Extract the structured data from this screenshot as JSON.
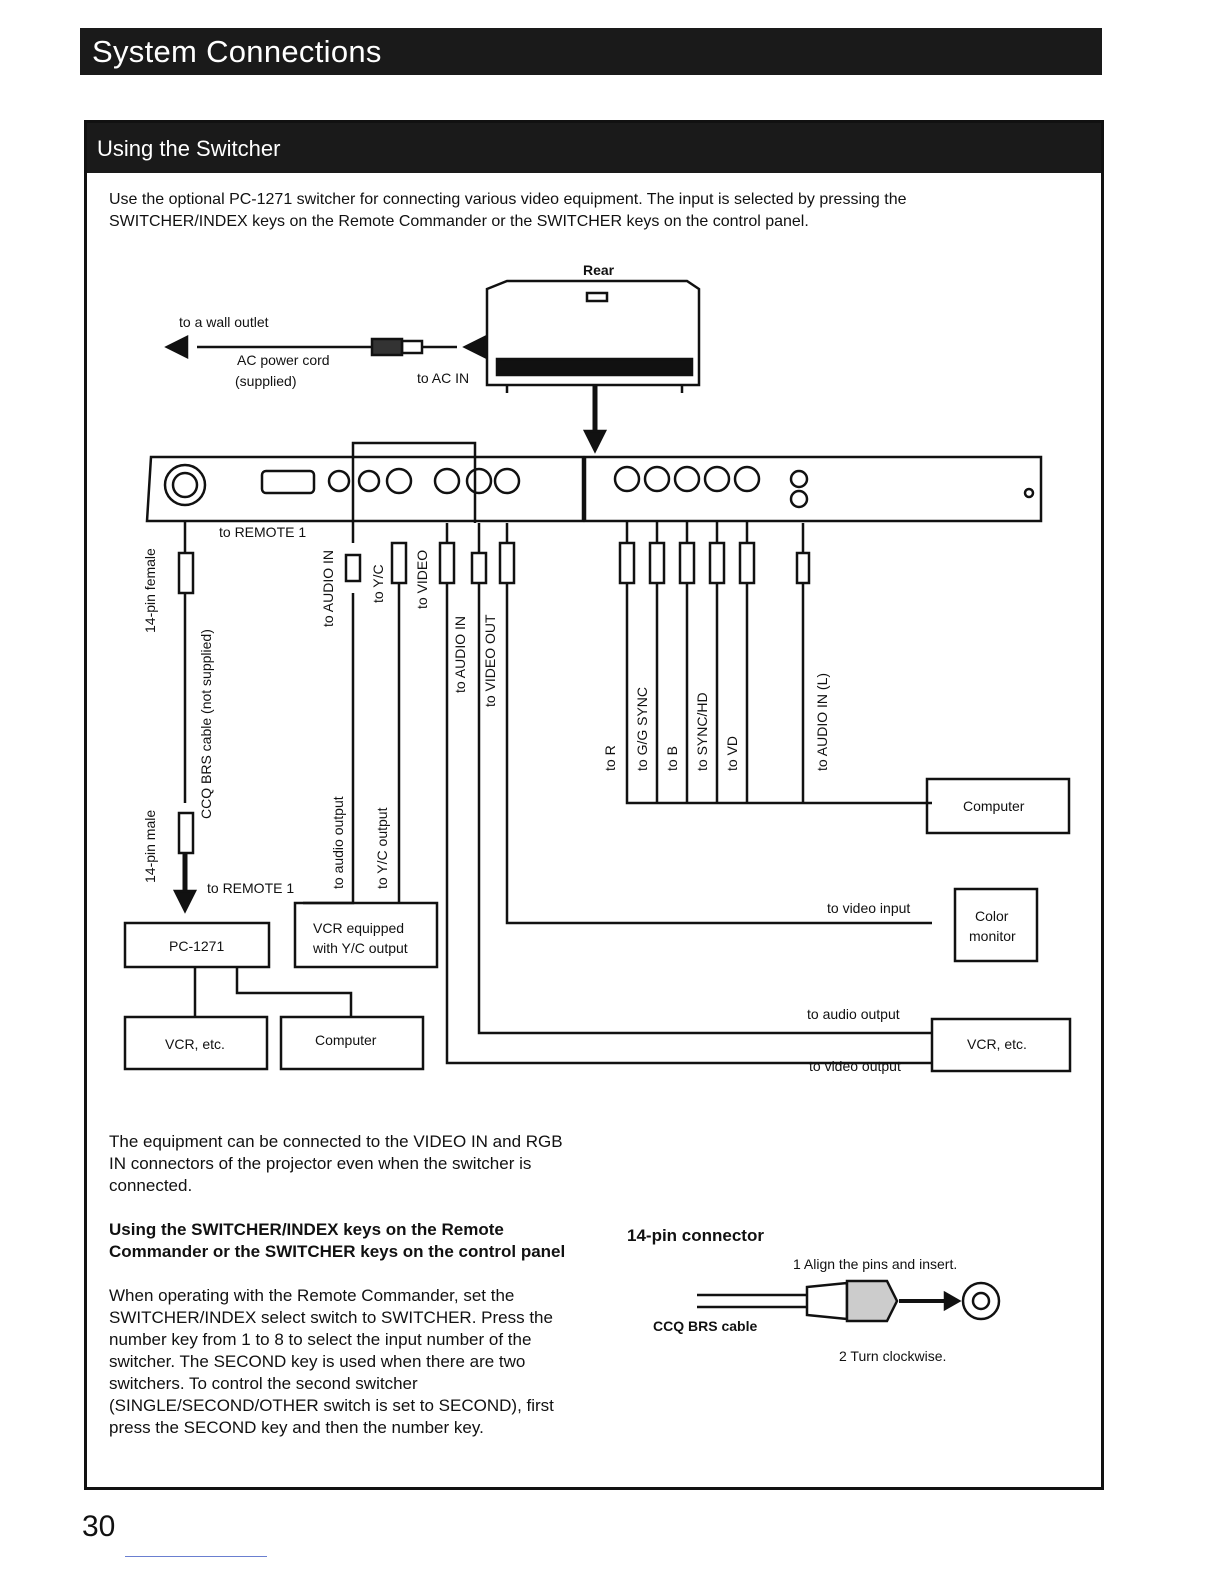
{
  "header": {
    "title": "System Connections"
  },
  "section": {
    "title": "Using the Switcher",
    "intro": "Use the optional PC-1271 switcher for connecting various video equipment. The input is selected by pressing the SWITCHER/INDEX keys on the Remote Commander or the SWITCHER keys on the control panel."
  },
  "diagram": {
    "rear": "Rear",
    "wall_outlet": "to a wall outlet",
    "ac_cord": "AC power cord",
    "supplied": "(supplied)",
    "ac_in": "to AC IN",
    "to_remote_top": "to REMOTE 1",
    "to_remote_bottom": "to REMOTE 1",
    "pin_female": "14-pin female",
    "pin_male": "14-pin male",
    "ccq_cable": "CCQ BRS cable (not supplied)",
    "to_audio_in_1": "to AUDIO IN",
    "to_yc": "to Y/C",
    "to_video": "to VIDEO",
    "to_audio_in_2": "to AUDIO IN",
    "to_video_out": "to VIDEO OUT",
    "to_r": "to R",
    "to_g": "to G/G SYNC",
    "to_b": "to B",
    "to_sync": "to SYNC/HD",
    "to_vd": "to VD",
    "to_audio_l": "to AUDIO IN (L)",
    "to_audio_output": "to audio output",
    "to_yc_output": "to Y/C output",
    "vcr_yc_line1": "VCR equipped",
    "vcr_yc_line2": "with Y/C output",
    "pc1271": "PC-1271",
    "vcr_etc_left": "VCR, etc.",
    "computer_left": "Computer",
    "computer_right": "Computer",
    "to_video_input": "to video input",
    "color_monitor_1": "Color",
    "color_monitor_2": "monitor",
    "to_audio_output_r": "to audio output",
    "to_video_output_r": "to video output",
    "vcr_etc_right": "VCR, etc."
  },
  "body": {
    "paragraph": "The equipment can be connected to the VIDEO IN and RGB IN connectors of the projector even when the switcher is connected.",
    "subhead": "Using the SWITCHER/INDEX keys on the Remote Commander or the SWITCHER keys on the control panel",
    "subtext": "When operating with the Remote Commander, set the SWITCHER/INDEX select switch to SWITCHER. Press the number key from 1 to 8 to select the input number of the switcher. The SECOND key is used when there are two switchers. To control the second switcher (SINGLE/SECOND/OTHER switch is set to SECOND), first press the SECOND key and then the number key."
  },
  "connector": {
    "title": "14-pin connector",
    "step1": "1  Align the pins and insert.",
    "cable": "CCQ BRS cable",
    "step2": "2  Turn clockwise."
  },
  "page_number": "30"
}
